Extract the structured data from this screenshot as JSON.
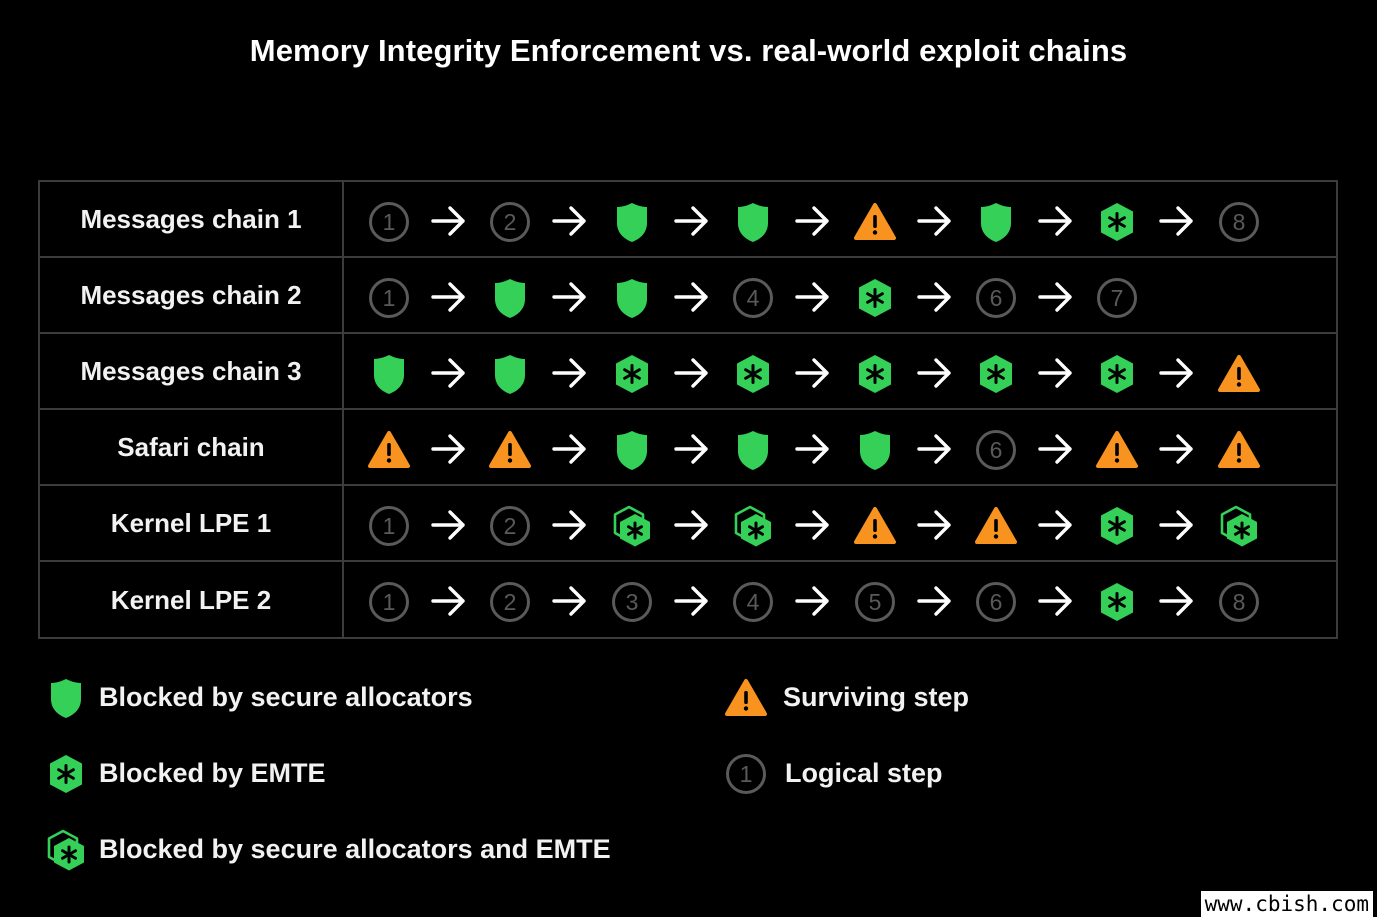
{
  "title": "Memory Integrity Enforcement vs. real-world exploit chains",
  "colors": {
    "green": "#34d058",
    "orange": "#f7931e",
    "step_gray": "#5a5a5a",
    "grid": "#3c3c3c",
    "background": "#000000"
  },
  "chains": [
    {
      "label": "Messages chain 1",
      "steps": [
        {
          "kind": "logical",
          "number": "1"
        },
        {
          "kind": "logical",
          "number": "2"
        },
        {
          "kind": "allocator"
        },
        {
          "kind": "allocator"
        },
        {
          "kind": "surviving"
        },
        {
          "kind": "allocator"
        },
        {
          "kind": "emte"
        },
        {
          "kind": "logical",
          "number": "8"
        }
      ]
    },
    {
      "label": "Messages chain 2",
      "steps": [
        {
          "kind": "logical",
          "number": "1"
        },
        {
          "kind": "allocator"
        },
        {
          "kind": "allocator"
        },
        {
          "kind": "logical",
          "number": "4"
        },
        {
          "kind": "emte"
        },
        {
          "kind": "logical",
          "number": "6"
        },
        {
          "kind": "logical",
          "number": "7"
        }
      ]
    },
    {
      "label": "Messages chain 3",
      "steps": [
        {
          "kind": "allocator"
        },
        {
          "kind": "allocator"
        },
        {
          "kind": "emte"
        },
        {
          "kind": "emte"
        },
        {
          "kind": "emte"
        },
        {
          "kind": "emte"
        },
        {
          "kind": "emte"
        },
        {
          "kind": "surviving"
        }
      ]
    },
    {
      "label": "Safari chain",
      "steps": [
        {
          "kind": "surviving"
        },
        {
          "kind": "surviving"
        },
        {
          "kind": "allocator"
        },
        {
          "kind": "allocator"
        },
        {
          "kind": "allocator"
        },
        {
          "kind": "logical",
          "number": "6"
        },
        {
          "kind": "surviving"
        },
        {
          "kind": "surviving"
        }
      ]
    },
    {
      "label": "Kernel LPE 1",
      "steps": [
        {
          "kind": "logical",
          "number": "1"
        },
        {
          "kind": "logical",
          "number": "2"
        },
        {
          "kind": "both"
        },
        {
          "kind": "both"
        },
        {
          "kind": "surviving"
        },
        {
          "kind": "surviving"
        },
        {
          "kind": "emte"
        },
        {
          "kind": "both"
        }
      ]
    },
    {
      "label": "Kernel LPE 2",
      "steps": [
        {
          "kind": "logical",
          "number": "1"
        },
        {
          "kind": "logical",
          "number": "2"
        },
        {
          "kind": "logical",
          "number": "3"
        },
        {
          "kind": "logical",
          "number": "4"
        },
        {
          "kind": "logical",
          "number": "5"
        },
        {
          "kind": "logical",
          "number": "6"
        },
        {
          "kind": "emte"
        },
        {
          "kind": "logical",
          "number": "8"
        }
      ]
    }
  ],
  "legend": {
    "allocator": {
      "label": "Blocked by secure allocators",
      "icon": "green-shield-icon"
    },
    "emte": {
      "label": "Blocked by EMTE",
      "icon": "green-shield-asterisk-icon"
    },
    "both": {
      "label": "Blocked by secure allocators and EMTE",
      "icon": "double-shield-asterisk-icon"
    },
    "surviving": {
      "label": "Surviving step",
      "icon": "warning-triangle-icon"
    },
    "logical": {
      "label": "Logical step",
      "icon": "numbered-circle-icon",
      "number": "1"
    }
  },
  "watermark": "www.cbish.com"
}
